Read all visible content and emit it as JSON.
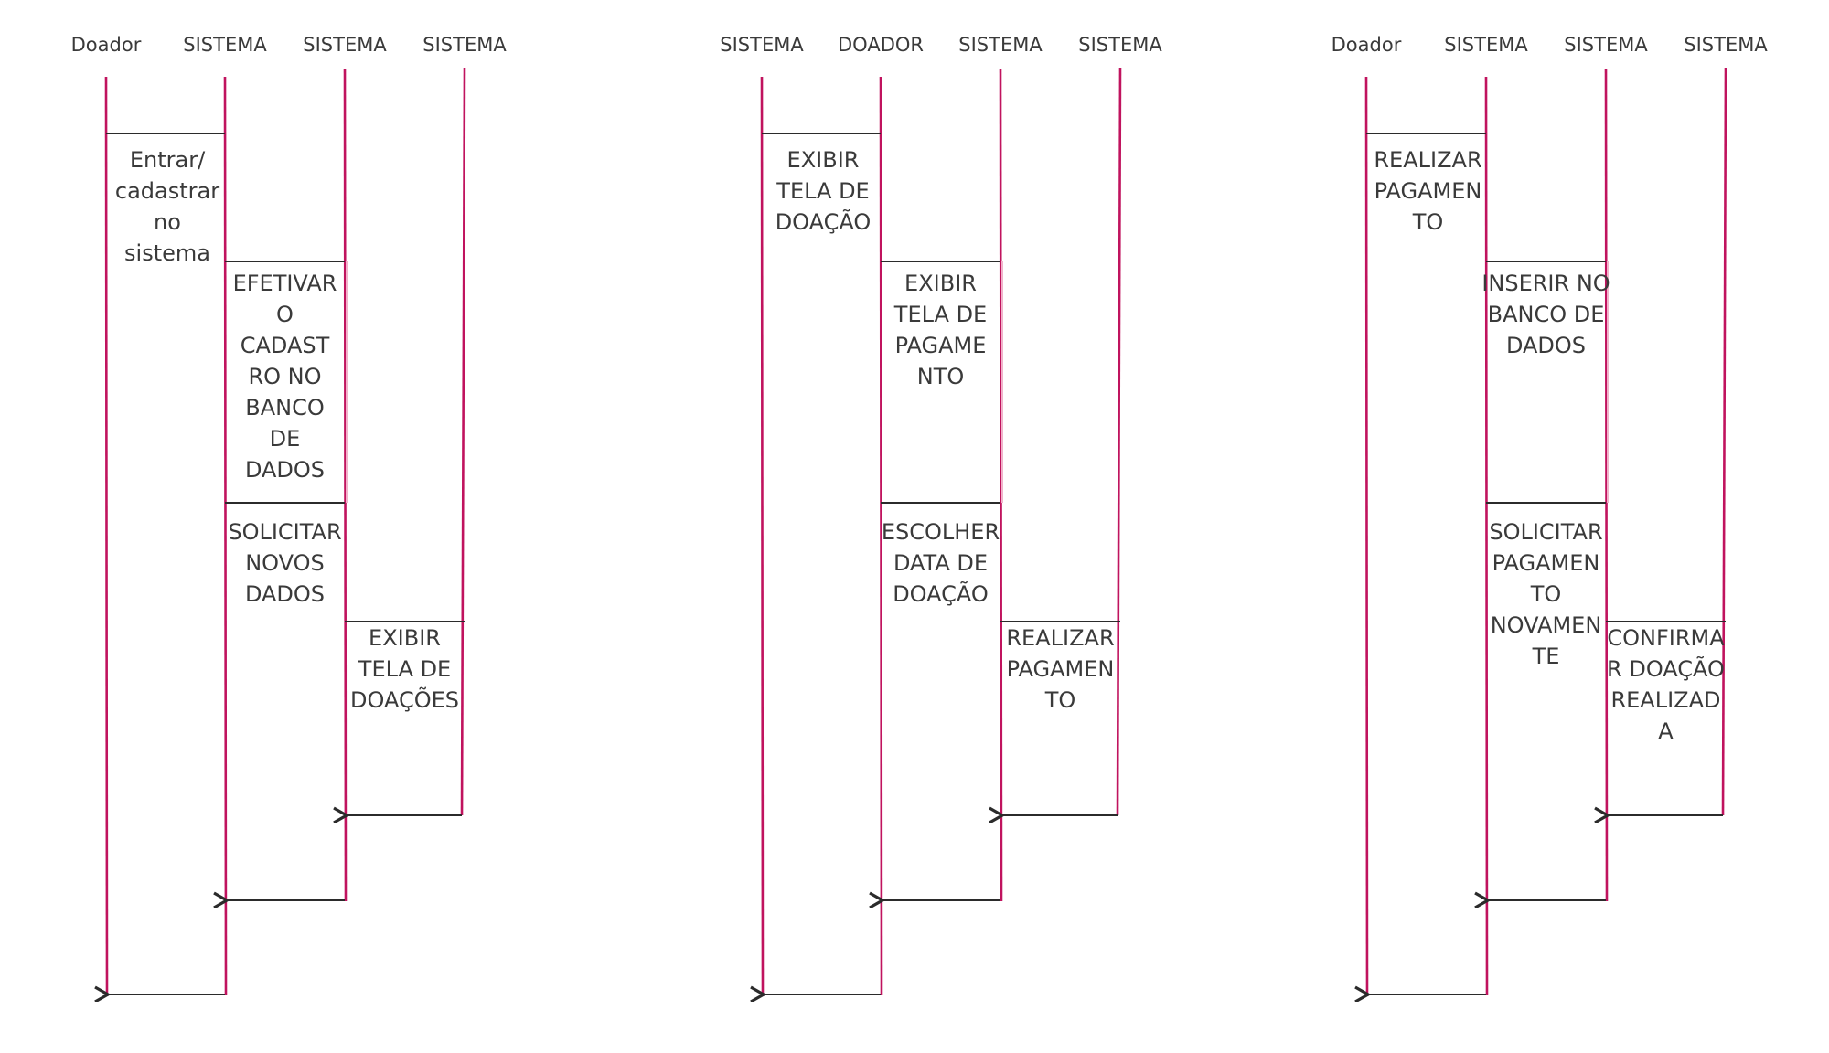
{
  "colors": {
    "lifeline": "#c0135e",
    "lifeline_faint": "#f1b3cb",
    "connector": "#2b2b2b",
    "text": "#3a3a3a",
    "background": "#ffffff"
  },
  "diagrams": [
    {
      "headers": [
        "Doador",
        "SISTEMA",
        "SISTEMA",
        "SISTEMA"
      ],
      "steps": [
        {
          "from": 0,
          "label": [
            "Entrar/",
            "cadastrar",
            "no",
            "sistema"
          ]
        },
        {
          "from": 1,
          "label": [
            "EFETIVAR",
            "O",
            "CADAST",
            "RO NO",
            "BANCO",
            "DE",
            "DADOS"
          ]
        },
        {
          "from": 1,
          "label": [
            "SOLICITAR",
            "NOVOS",
            "DADOS"
          ]
        },
        {
          "from": 2,
          "label": [
            "EXIBIR",
            "TELA DE",
            "DOAÇÕES"
          ]
        }
      ]
    },
    {
      "headers": [
        "SISTEMA",
        "DOADOR",
        "SISTEMA",
        "SISTEMA"
      ],
      "steps": [
        {
          "from": 0,
          "label": [
            "EXIBIR",
            "TELA DE",
            "DOAÇÃO"
          ]
        },
        {
          "from": 1,
          "label": [
            "EXIBIR",
            "TELA DE",
            "PAGAME",
            "NTO"
          ]
        },
        {
          "from": 1,
          "label": [
            "ESCOLHER",
            "DATA DE",
            "DOAÇÃO"
          ]
        },
        {
          "from": 2,
          "label": [
            "REALIZAR",
            "PAGAMEN",
            "TO"
          ]
        }
      ]
    },
    {
      "headers": [
        "Doador",
        "SISTEMA",
        "SISTEMA",
        "SISTEMA"
      ],
      "steps": [
        {
          "from": 0,
          "label": [
            "REALIZAR",
            "PAGAMEN",
            "TO"
          ]
        },
        {
          "from": 1,
          "label": [
            "INSERIR NO",
            "BANCO DE",
            "DADOS"
          ]
        },
        {
          "from": 1,
          "label": [
            "SOLICITAR",
            "PAGAMEN",
            "TO",
            "NOVAMEN",
            "TE"
          ]
        },
        {
          "from": 2,
          "label": [
            "CONFIRMA",
            "R DOAÇÃO",
            "REALIZAD",
            "A"
          ]
        }
      ]
    }
  ]
}
